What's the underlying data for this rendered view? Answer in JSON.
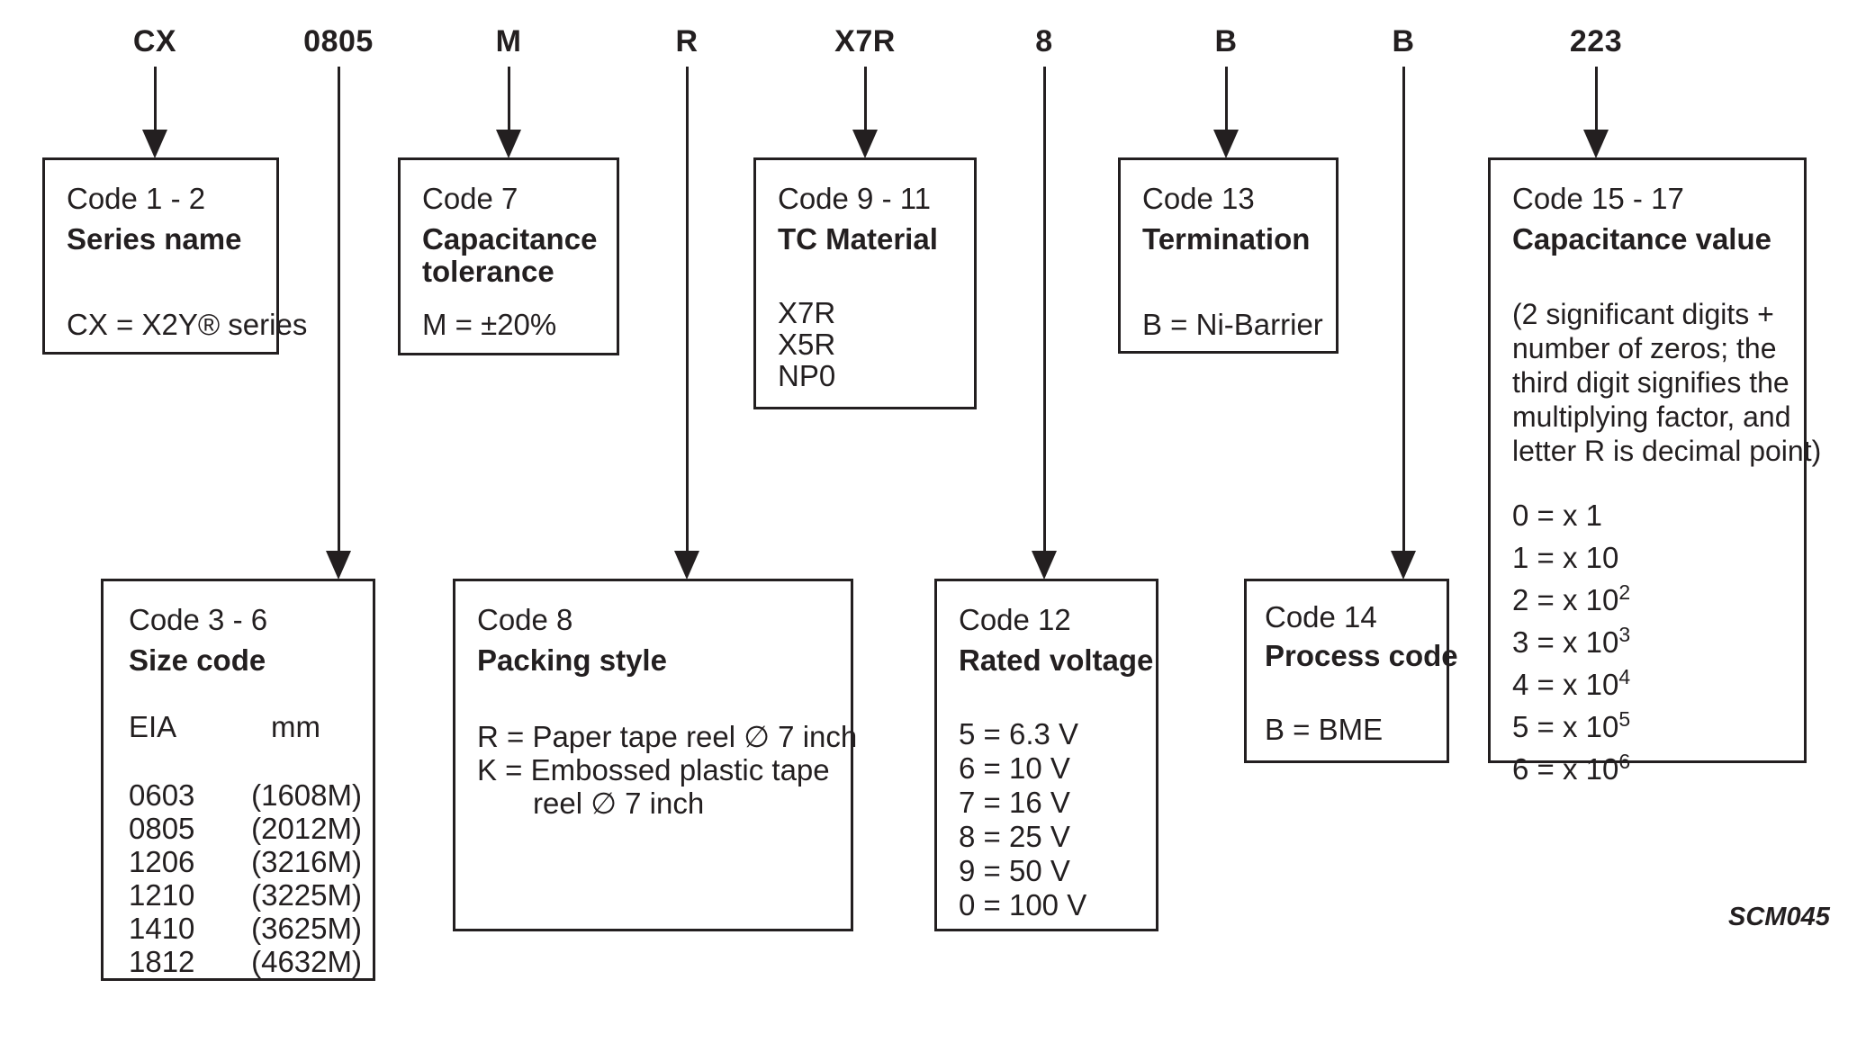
{
  "part_code": {
    "tokens": [
      "CX",
      "0805",
      "M",
      "R",
      "X7R",
      "8",
      "B",
      "B",
      "223"
    ]
  },
  "boxes": {
    "series": {
      "code": "Code 1 - 2",
      "title": "Series name",
      "value": "CX = X2Y® series"
    },
    "size": {
      "code": "Code 3 - 6",
      "title": "Size code",
      "col_eia": "EIA",
      "col_mm": "mm",
      "rows": [
        {
          "eia": "0603",
          "mm": "(1608M)"
        },
        {
          "eia": "0805",
          "mm": "(2012M)"
        },
        {
          "eia": "1206",
          "mm": "(3216M)"
        },
        {
          "eia": "1210",
          "mm": "(3225M)"
        },
        {
          "eia": "1410",
          "mm": "(3625M)"
        },
        {
          "eia": "1812",
          "mm": "(4632M)"
        }
      ]
    },
    "tolerance": {
      "code": "Code 7",
      "title_line1": "Capacitance",
      "title_line2": "tolerance",
      "value": "M = ±20%"
    },
    "packing": {
      "code": "Code 8",
      "title": "Packing style",
      "line1": "R = Paper tape reel ∅ 7 inch",
      "line2": "K = Embossed plastic tape",
      "line3": "reel ∅ 7 inch"
    },
    "tc_material": {
      "code": "Code 9 - 11",
      "title": "TC Material",
      "options": [
        "X7R",
        "X5R",
        "NP0"
      ]
    },
    "voltage": {
      "code": "Code 12",
      "title": "Rated voltage",
      "options": [
        "5 = 6.3 V",
        "6 = 10 V",
        "7 = 16 V",
        "8 = 25 V",
        "9 = 50 V",
        "0 = 100 V"
      ]
    },
    "termination": {
      "code": "Code 13",
      "title": "Termination",
      "value": "B = Ni-Barrier"
    },
    "process": {
      "code": "Code 14",
      "title": "Process code",
      "value": "B = BME"
    },
    "cap_value": {
      "code": "Code 15 - 17",
      "title": "Capacitance value",
      "note": [
        "(2 significant digits +",
        "number of zeros; the",
        "third digit signifies the",
        "multiplying factor, and",
        "letter R is decimal point)"
      ],
      "multipliers": [
        {
          "base": "0 = x 1",
          "sup": ""
        },
        {
          "base": "1 = x 10",
          "sup": ""
        },
        {
          "base": "2 = x 10",
          "sup": "2"
        },
        {
          "base": "3 = x 10",
          "sup": "3"
        },
        {
          "base": "4 = x 10",
          "sup": "4"
        },
        {
          "base": "5 = x 10",
          "sup": "5"
        },
        {
          "base": "6 = x 10",
          "sup": "6"
        }
      ]
    }
  },
  "footer": {
    "figure_id": "SCM045"
  },
  "colors": {
    "ink": "#231f20",
    "background": "#ffffff"
  }
}
